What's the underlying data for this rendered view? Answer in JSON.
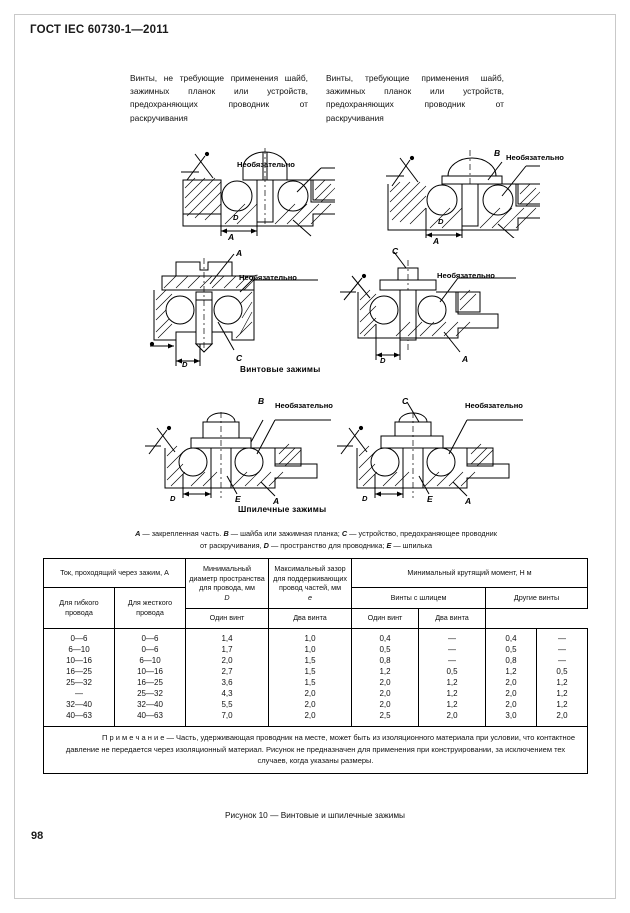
{
  "document": {
    "standard_header": "ГОСТ IEC 60730-1—2011",
    "page_number": "98",
    "figure_caption": "Рисунок 10 — Винтовые и шпилечные зажимы"
  },
  "intro": {
    "left_column": "Винты, не требующие применения шайб, зажимных планок или устройств, предохраняющих проводник от раскручивания",
    "right_column": "Винты, требующие применения шайб, зажимных планок или устройств, предохраняющих проводник от раскручивания"
  },
  "sections": {
    "screw_terminals": "Винтовые зажимы",
    "stud_terminals": "Шпилечные зажимы"
  },
  "diagram_labels": {
    "optional": "Необязательно",
    "a": "A",
    "b": "B",
    "c": "C",
    "d": "D",
    "e": "E"
  },
  "legend": {
    "line1_pre": "A",
    "line1": " — закрепленная часть. ",
    "b": "B",
    "b_text": " — шайба или зажимная планка; ",
    "c": "C",
    "c_text": " — устройство, предохраняющее проводник",
    "line2_pre": "от раскручивания, ",
    "d": "D",
    "d_text": " — пространство для проводника; ",
    "e": "E",
    "e_text": " — шпилька"
  },
  "table": {
    "headers": {
      "current_group": "Ток, проходящий через зажим, А",
      "flexible": "Для гибкого провода",
      "rigid": "Для жесткого провода",
      "min_diameter": "Минимальный диаметр пространства для провода, мм",
      "min_diameter_sym": "D",
      "max_gap": "Максимальный зазор для поддерживающих провод частей, мм",
      "max_gap_sym": "e",
      "torque_group": "Минимальный крутящий момент, Н м",
      "slotted": "Винты с шлицем",
      "other": "Другие винты",
      "one_screw": "Один винт",
      "two_screws": "Два винта",
      "one_screw2": "Один винт",
      "two_screws2": "Два винта"
    },
    "rows": [
      {
        "flexible": "0—6",
        "rigid": "0—6",
        "d": "1,4",
        "e": "1,0",
        "s1": "0,4",
        "s2": "—",
        "o1": "0,4",
        "o2": "—"
      },
      {
        "flexible": "6—10",
        "rigid": "0—6",
        "d": "1,7",
        "e": "1,0",
        "s1": "0,5",
        "s2": "—",
        "o1": "0,5",
        "o2": "—"
      },
      {
        "flexible": "10—16",
        "rigid": "6—10",
        "d": "2,0",
        "e": "1,5",
        "s1": "0,8",
        "s2": "—",
        "o1": "0,8",
        "o2": "—"
      },
      {
        "flexible": "16—25",
        "rigid": "10—16",
        "d": "2,7",
        "e": "1,5",
        "s1": "1,2",
        "s2": "0,5",
        "o1": "1,2",
        "o2": "0,5"
      },
      {
        "flexible": "25—32",
        "rigid": "16—25",
        "d": "3,6",
        "e": "1,5",
        "s1": "2,0",
        "s2": "1,2",
        "o1": "2,0",
        "o2": "1,2"
      },
      {
        "flexible": "—",
        "rigid": "25—32",
        "d": "4,3",
        "e": "2,0",
        "s1": "2,0",
        "s2": "1,2",
        "o1": "2,0",
        "o2": "1,2"
      },
      {
        "flexible": "32—40",
        "rigid": "32—40",
        "d": "5,5",
        "e": "2,0",
        "s1": "2,0",
        "s2": "1,2",
        "o1": "2,0",
        "o2": "1,2"
      },
      {
        "flexible": "40—63",
        "rigid": "40—63",
        "d": "7,0",
        "e": "2,0",
        "s1": "2,5",
        "s2": "2,0",
        "o1": "3,0",
        "o2": "2,0"
      }
    ],
    "note_label": "П р и м е ч а н и е",
    "note_text": " — Часть, удерживающая проводник на месте, может быть из изоляционного материала при условии, что контактное давление не передается через изоляционный материал. Рисунок не предназначен для применения при конструировании, за исключением тех случаев, когда указаны размеры."
  }
}
